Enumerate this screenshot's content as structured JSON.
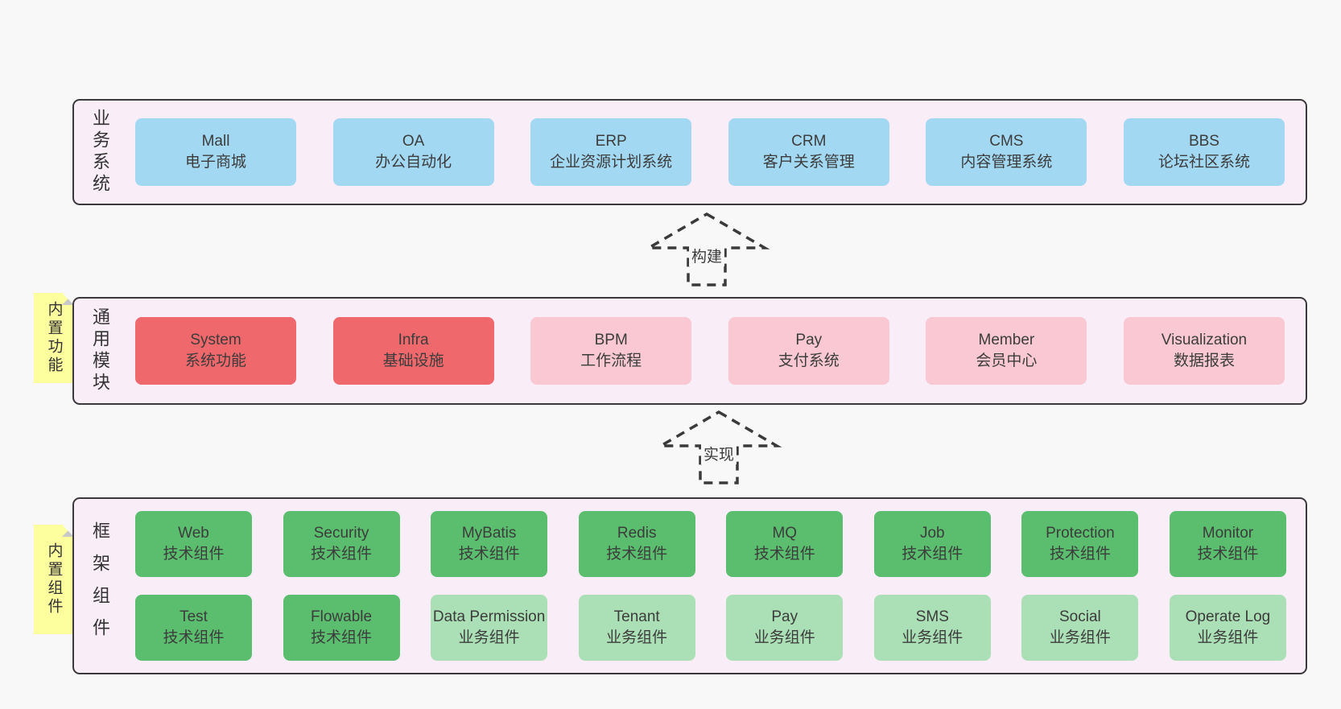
{
  "bands": [
    {
      "label": "业务系统",
      "nodes": [
        {
          "name": "Mall",
          "desc": "电子商城"
        },
        {
          "name": "OA",
          "desc": "办公自动化"
        },
        {
          "name": "ERP",
          "desc": "企业资源计划系统"
        },
        {
          "name": "CRM",
          "desc": "客户关系管理"
        },
        {
          "name": "CMS",
          "desc": "内容管理系统"
        },
        {
          "name": "BBS",
          "desc": "论坛社区系统"
        }
      ]
    },
    {
      "label": "通用模块",
      "sticky": "内置功能",
      "nodes": [
        {
          "name": "System",
          "desc": "系统功能"
        },
        {
          "name": "Infra",
          "desc": "基础设施"
        },
        {
          "name": "BPM",
          "desc": "工作流程"
        },
        {
          "name": "Pay",
          "desc": "支付系统"
        },
        {
          "name": "Member",
          "desc": "会员中心"
        },
        {
          "name": "Visualization",
          "desc": "数据报表"
        }
      ]
    },
    {
      "label": "框架组件",
      "sticky": "内置组件",
      "rows": [
        [
          {
            "name": "Web",
            "desc": "技术组件"
          },
          {
            "name": "Security",
            "desc": "技术组件"
          },
          {
            "name": "MyBatis",
            "desc": "技术组件"
          },
          {
            "name": "Redis",
            "desc": "技术组件"
          },
          {
            "name": "MQ",
            "desc": "技术组件"
          },
          {
            "name": "Job",
            "desc": "技术组件"
          },
          {
            "name": "Protection",
            "desc": "技术组件"
          },
          {
            "name": "Monitor",
            "desc": "技术组件"
          }
        ],
        [
          {
            "name": "Test",
            "desc": "技术组件"
          },
          {
            "name": "Flowable",
            "desc": "技术组件"
          },
          {
            "name": "Data Permission",
            "desc": "业务组件"
          },
          {
            "name": "Tenant",
            "desc": "业务组件"
          },
          {
            "name": "Pay",
            "desc": "业务组件"
          },
          {
            "name": "SMS",
            "desc": "业务组件"
          },
          {
            "name": "Social",
            "desc": "业务组件"
          },
          {
            "name": "Operate Log",
            "desc": "业务组件"
          }
        ]
      ]
    }
  ],
  "arrows": [
    {
      "label": "构建"
    },
    {
      "label": "实现"
    }
  ],
  "colors": {
    "business_box_blue": "#a3d8f2",
    "module_core_red": "#ef686b",
    "module_pink": "#f9c8d2",
    "tech_green": "#5abe6e",
    "biz_light_green": "#abdfb6",
    "sticky_yellow": "#fdff9e",
    "band_background": "#f9edf7"
  }
}
